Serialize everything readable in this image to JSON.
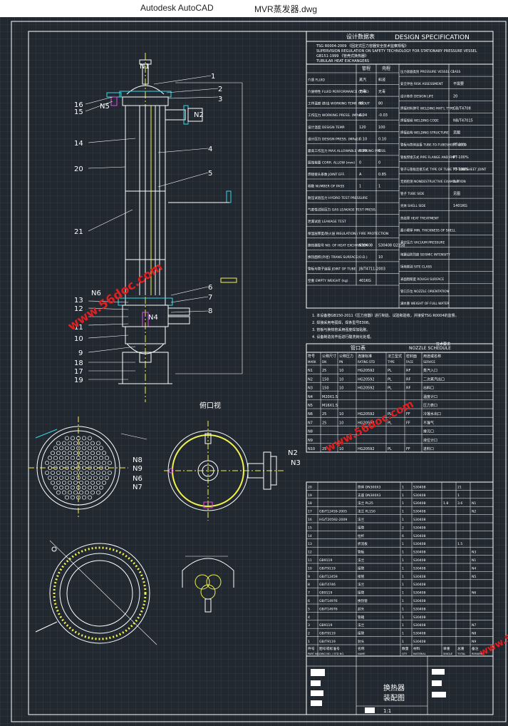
{
  "window": {
    "app_name": "Autodesk AutoCAD",
    "file_name": "MVR蒸发器.dwg"
  },
  "colors": {
    "background": "#212830",
    "line": "#ffffff",
    "accent_yellow": "#f2f24d",
    "accent_cyan": "#36d8e6",
    "accent_magenta": "#e84de8",
    "watermark": "#e02020"
  },
  "part_labels": {
    "p1": "1",
    "p2": "2",
    "p3": "3",
    "p4": "4",
    "p5": "5",
    "p6": "6",
    "p7": "7",
    "p8": "8",
    "p9": "9",
    "p10": "10",
    "p11": "11",
    "p12": "12",
    "p13": "13",
    "p14": "14",
    "p15": "15",
    "p16": "16",
    "p17": "17",
    "p18": "18",
    "p19": "19",
    "p20": "20",
    "p21": "21"
  },
  "nozzle_labels": {
    "n1": "N1",
    "n2": "N2",
    "n3": "N3",
    "n4": "N4",
    "n5": "N5",
    "n6": "N6",
    "n7": "N7",
    "n8": "N8",
    "n9": "N9"
  },
  "view_label": "俯口视",
  "spec_table": {
    "title_cn": "设计数据表",
    "title_en": "DESIGN SPECIFICATION",
    "line1": "TSG R0004-2009 《固定式压力容器安全技术监察规程》",
    "line2": "SUPERVISION REGULATION ON SAFETY TECHNOLOGY FOR STATIONARY PRESSURE VESSEL",
    "line3": "GB151-1999 《管壳式换热器》",
    "line4": "TUBULAR HEAT EXCHANGERS",
    "col_tube": "管程",
    "col_shell": "壳程",
    "rows": [
      {
        "label": "介质  FLUID",
        "tube": "蒸汽",
        "shell": "料液"
      },
      {
        "label": "介质特性  FLUID PERFORMANCE (TYPE)",
        "tube": "无毒",
        "shell": "无毒"
      },
      {
        "label": "工作温度 进/出  WORKING TEMP. IN/OUT",
        "tube": "95",
        "shell": "80"
      },
      {
        "label": "工作压力  WORKING PRESS. (MPaG)",
        "tube": "0.04",
        "shell": "-0.03"
      },
      {
        "label": "设计温度  DESIGN TEMP.",
        "tube": "120",
        "shell": "100"
      },
      {
        "label": "设计压力  DESIGN PRESS. (MPaG)",
        "tube": "0.10",
        "shell": "0.10"
      },
      {
        "label": "最高工作压力  MAX.ALLOWABLE WORKING PRESS.",
        "tube": "0.09",
        "shell": "0"
      },
      {
        "label": "腐蚀裕量  CORR. ALLOW (mm)",
        "tube": "0",
        "shell": "0"
      },
      {
        "label": "焊接接头系数  JOINT EFF.",
        "tube": "A",
        "shell": "0.85"
      },
      {
        "label": "程数  NUMBER OF PASS",
        "tube": "1",
        "shell": "1"
      },
      {
        "label": "耐压试验压力  HYDRO TEST PRESSURE",
        "tube": "",
        "shell": ""
      },
      {
        "label": "气密性试验压力  GAS LEAKAGE TEST PRESS.",
        "tube": "",
        "shell": ""
      },
      {
        "label": "泄漏试验  LEAKAGE TEST",
        "tube": "",
        "shell": ""
      },
      {
        "label": "保温层厚度/防火层  INSULATION / FIRE PROTECTION",
        "tube": "",
        "shell": ""
      },
      {
        "label": "换热器型号  NO. OF HEAT EXCHANGER",
        "tube": "S30408",
        "shell": "S30408 Q235B"
      },
      {
        "label": "换热面积(外径)  TRANS SURFACE(O.D.)",
        "tube": "",
        "shell": "10"
      },
      {
        "label": "管板与管子连接  JOINT OF TUBE",
        "tube": "JB/T4711-2003",
        "shell": ""
      },
      {
        "label": "空重  EMPTY WEIGHT (kg)",
        "tube": "401KG",
        "shell": ""
      }
    ],
    "right_rows": [
      "压力容器类别  PRESSURE VESSEL CLASS",
      "安全评估  RISK ASSESSMENT",
      "设计寿命  DESIGN LIFE",
      "焊接材料牌号  WELDING MAT'L TYPE",
      "焊接规程  WELDING CODE",
      "焊接结构  WELDING STRUCTURE",
      "管板与筒体连接  TUBE-TO-TUBESHEET WELD",
      "管板焊接方式  PIPE FLANGE AND FMF",
      "管子与管板连接方式  TYPE OF TUBE TO TUBESHEET JOINT",
      "无损检测  NONDESTRUCTIVE EXAMINATION",
      "管子  TUBE SIDE",
      "壳体  SHELL SIDE",
      "热处理  HEAT TREATMENT",
      "最小壁厚  MIN. THICKNESS OF SHELL",
      "真空压力  VACUUM PRESSURE",
      "地震设防烈度  SEISMIC INTENSITY",
      "场地类别  SITE CLASS",
      "表面粗糙度  ROUGH SURFACE",
      "管口方位  NOZZLE ORIENTATION",
      "满水重  WEIGHT OF FULL WATER"
    ],
    "right_values": [
      "I",
      "不需要",
      "20",
      "GB/T4708",
      "NB/T47015",
      "见图",
      "RT-20%",
      "PT-100%",
      "PT-100%",
      "1.0",
      "见图",
      "1401KG"
    ]
  },
  "notes": [
    "1. 本设备按GB150-2011《压力容器》进行制造、试验和验收，并接受TSG R0004的监督。",
    "2. 焊接采用电弧焊，焊条型号E308。",
    "3. 管板与换热管采用强度焊加贴胀。",
    "4. 设备制造完毕后进行酸洗钝化处理。",
    "技术要求"
  ],
  "nozzle_table": {
    "title_cn": "管口表",
    "title_en": "NOZZLE SCHEDULE",
    "headers": [
      "符号",
      "公称尺寸",
      "公称压力",
      "连接标准",
      "法兰型式",
      "密封面",
      "用途或名称"
    ],
    "headers_en": [
      "MARK",
      "DN",
      "PN",
      "RATING STD",
      "TYPE",
      "FACE",
      "SERVICE"
    ],
    "rows": [
      [
        "N1",
        "25",
        "10",
        "HG20592",
        "PL",
        "RF",
        "蒸汽入口"
      ],
      [
        "N2",
        "150",
        "10",
        "HG20592",
        "PL",
        "RF",
        "二次蒸汽出口"
      ],
      [
        "N3",
        "150",
        "10",
        "HG20592",
        "PL",
        "RF",
        "出料口"
      ],
      [
        "N4",
        "M20X1.5",
        "",
        "",
        "",
        "",
        "温度计口"
      ],
      [
        "N5",
        "M16X1.5",
        "",
        "",
        "",
        "",
        "压力表口"
      ],
      [
        "N6",
        "25",
        "10",
        "HG20592",
        "PL",
        "FF",
        "冷凝水出口"
      ],
      [
        "N7",
        "25",
        "10",
        "HG20592",
        "PL",
        "FF",
        "不凝气"
      ],
      [
        "N8",
        "",
        "",
        "",
        "",
        "",
        "排污口"
      ],
      [
        "N9",
        "",
        "",
        "",
        "",
        "",
        "液位计口"
      ],
      [
        "N10",
        "25",
        "10",
        "HG20592",
        "PL",
        "FF",
        "进料口"
      ]
    ]
  },
  "parts_list": {
    "headers": [
      "件号",
      "图号或标准号",
      "名称",
      "数量",
      "材料",
      "单重",
      "总重",
      "备注"
    ],
    "headers_en": [
      "PART NO.",
      "DWG NO. / STD NO.",
      "NAME",
      "QTY",
      "MATERIAL",
      "SINGLE",
      "TOTAL",
      "REMARKS"
    ],
    "rows": [
      [
        "20",
        "",
        "筒体 DN300X3",
        "1",
        "S30408",
        "",
        "21",
        ""
      ],
      [
        "19",
        "",
        "支座 DN300X3",
        "1",
        "S30408",
        "",
        "1",
        ""
      ],
      [
        "18",
        "",
        "法兰 PL25",
        "1",
        "S30408",
        "1.8",
        "3.6",
        "N1"
      ],
      [
        "17",
        "GB/T12459-2005",
        "法兰 PL150",
        "1",
        "S30408",
        "",
        "",
        "N2"
      ],
      [
        "16",
        "HG/T20592-2009",
        "法兰",
        "1",
        "S30408",
        "",
        "",
        ""
      ],
      [
        "15",
        "",
        "接管",
        "2",
        "S30408",
        "",
        "",
        ""
      ],
      [
        "14",
        "",
        "拉杆",
        "6",
        "S30408",
        "",
        "",
        ""
      ],
      [
        "13",
        "",
        "折流板",
        "1",
        "S30408",
        "",
        "1.5",
        ""
      ],
      [
        "12",
        "",
        "管板",
        "1",
        "S30408",
        "",
        "",
        "N3"
      ],
      [
        "11",
        "GB9119",
        "法兰",
        "1",
        "S30408",
        "",
        "",
        "N1"
      ],
      [
        "10",
        "GB/T9119",
        "接管",
        "1",
        "S30408",
        "",
        "",
        "N4"
      ],
      [
        "9",
        "GB/T12459",
        "接管",
        "1",
        "S30408",
        "",
        "",
        "N5"
      ],
      [
        "8",
        "GB/T4746",
        "法兰",
        "1",
        "S30408",
        "",
        "",
        ""
      ],
      [
        "7",
        "GB9119",
        "接管",
        "1",
        "S30408",
        "",
        "",
        "N6"
      ],
      [
        "6",
        "GB/T14976",
        "换热管",
        "1",
        "S30408",
        "",
        "",
        ""
      ],
      [
        "5",
        "GB/T14976",
        "封头",
        "1",
        "S30408",
        "",
        "",
        ""
      ],
      [
        "4",
        "",
        "管箱",
        "1",
        "S30408",
        "",
        "",
        ""
      ],
      [
        "3",
        "GB9119",
        "法兰",
        "1",
        "S30408",
        "",
        "",
        "N7"
      ],
      [
        "2",
        "GB/T9119",
        "接管",
        "1",
        "S30408",
        "",
        "",
        "N8"
      ],
      [
        "1",
        "GB/T9119",
        "封头",
        "1",
        "S30408",
        "",
        "",
        "N9"
      ]
    ]
  },
  "title_block": {
    "name": "换热器",
    "subtitle": "装配图",
    "scale": "1:1"
  },
  "watermark": "www.56doc.com"
}
